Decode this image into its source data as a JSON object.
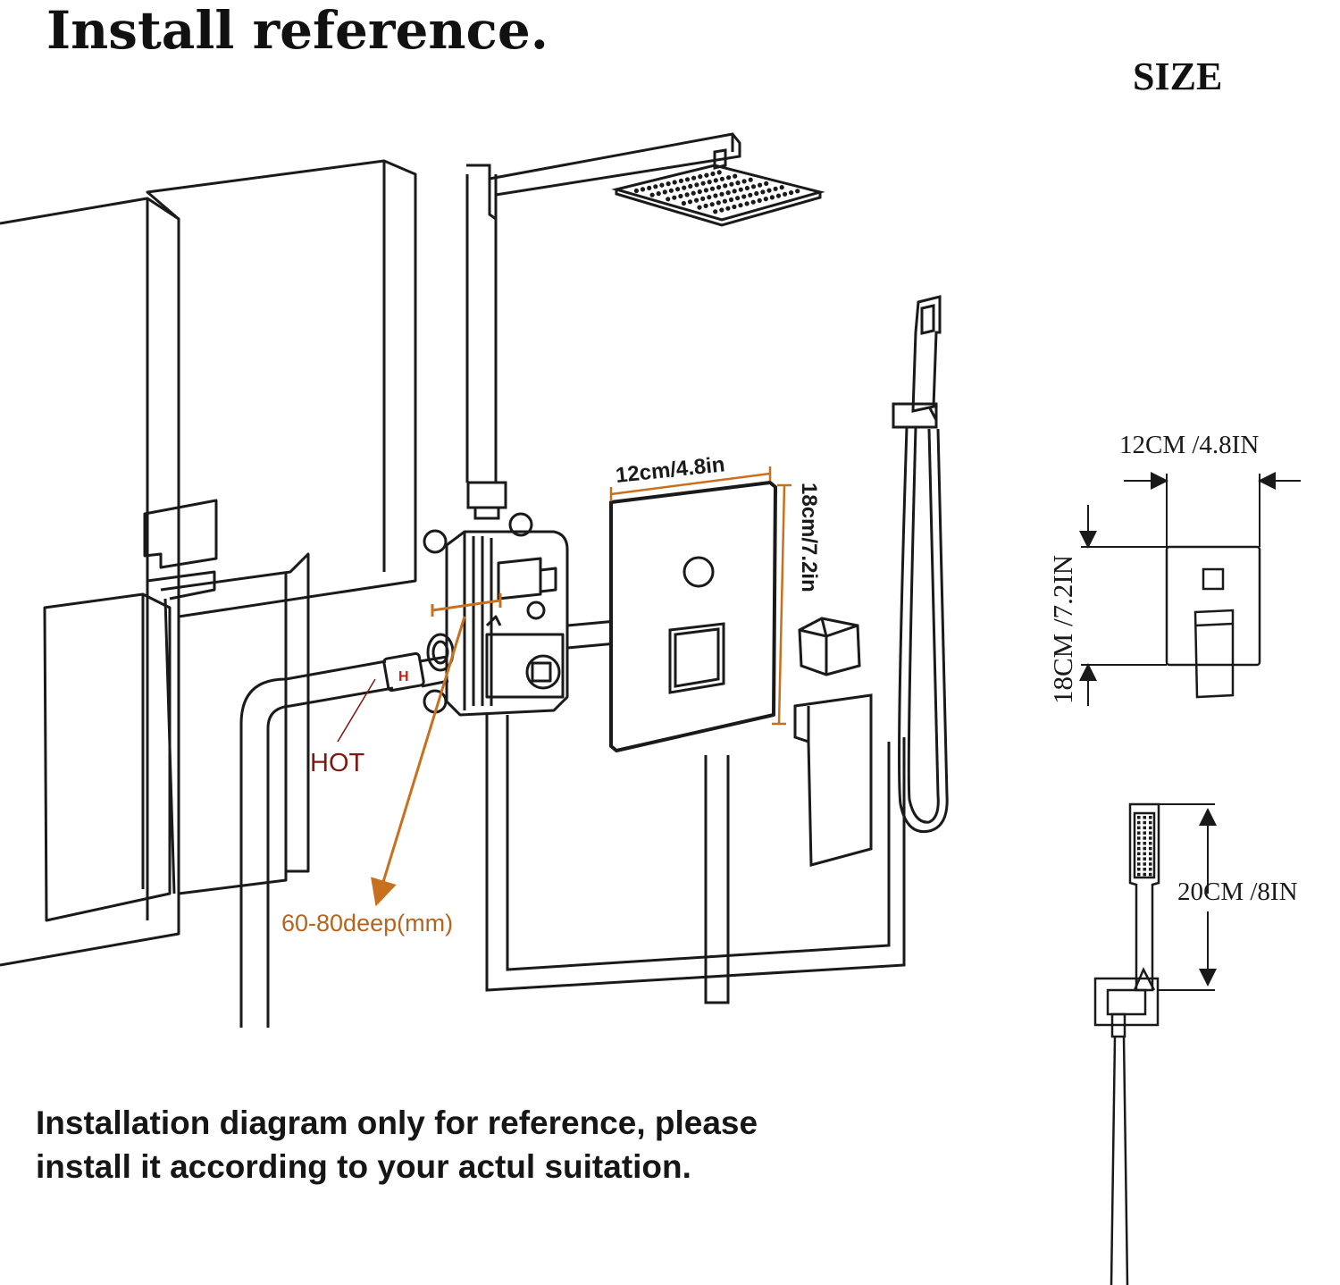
{
  "header": {
    "title": "Install reference.",
    "size_title": "SIZE"
  },
  "install_labels": {
    "panel_width": "12cm/4.8in",
    "panel_height": "18cm/7.2in",
    "hot": "HOT",
    "hot_marker": "H",
    "depth": "60-80deep(mm)"
  },
  "size_labels": {
    "width": "12CM /4.8IN",
    "height": "18CM /7.2IN",
    "handheld_length": "20CM /8IN"
  },
  "footnote": "Installation diagram only for reference, please install it according to your actul suitation.",
  "colors": {
    "line": "#1a1a1a",
    "hot_text": "#7a1a12",
    "measure": "#c8701e",
    "depth_text": "#b5651d"
  }
}
